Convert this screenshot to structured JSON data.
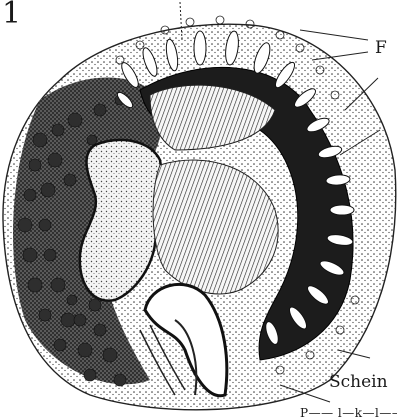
{
  "figure": {
    "number": "1",
    "labels": {
      "f": "F",
      "schein": "Schein",
      "bottom_partial": "P—— l—k—l——"
    },
    "colors": {
      "ink": "#1a1a1a",
      "paper": "#ffffff",
      "light_stipple": "#e6e6e6",
      "mid_stipple": "#b8b8b8"
    }
  }
}
